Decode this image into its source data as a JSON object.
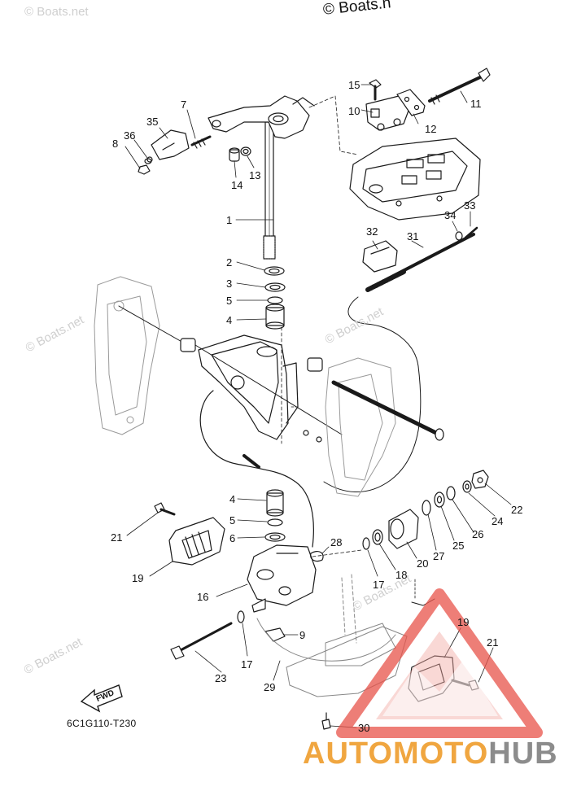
{
  "header": {
    "copyright": "© Boats.n"
  },
  "watermarks": [
    "© Boats.net",
    "© Boats.net",
    "© Boats.net",
    "© Boats.net",
    "© Boats.net"
  ],
  "diagram_code": "6C1G110-T230",
  "fwd_label": "FWD",
  "brand": {
    "part1": "AUTO",
    "part2": "MOTO",
    "part3": "HUB"
  },
  "callouts": {
    "c1": "1",
    "c2": "2",
    "c3": "3",
    "c4a": "4",
    "c4b": "4",
    "c5a": "5",
    "c5b": "5",
    "c6": "6",
    "c7": "7",
    "c8": "8",
    "c9": "9",
    "c10": "10",
    "c11": "11",
    "c12": "12",
    "c13": "13",
    "c14": "14",
    "c15": "15",
    "c16": "16",
    "c17a": "17",
    "c17b": "17",
    "c18": "18",
    "c19a": "19",
    "c19b": "19",
    "c20": "20",
    "c21a": "21",
    "c21b": "21",
    "c22": "22",
    "c23": "23",
    "c24": "24",
    "c25": "25",
    "c26": "26",
    "c27": "27",
    "c28": "28",
    "c29": "29",
    "c30": "30",
    "c31": "31",
    "c32": "32",
    "c33": "33",
    "c34": "34",
    "c35": "35",
    "c36": "36"
  },
  "colors": {
    "line": "#1a1a1a",
    "warning_triangle": "#e8534a",
    "brand_orange": "#f0a640",
    "brand_gray": "#8c8c8c"
  }
}
